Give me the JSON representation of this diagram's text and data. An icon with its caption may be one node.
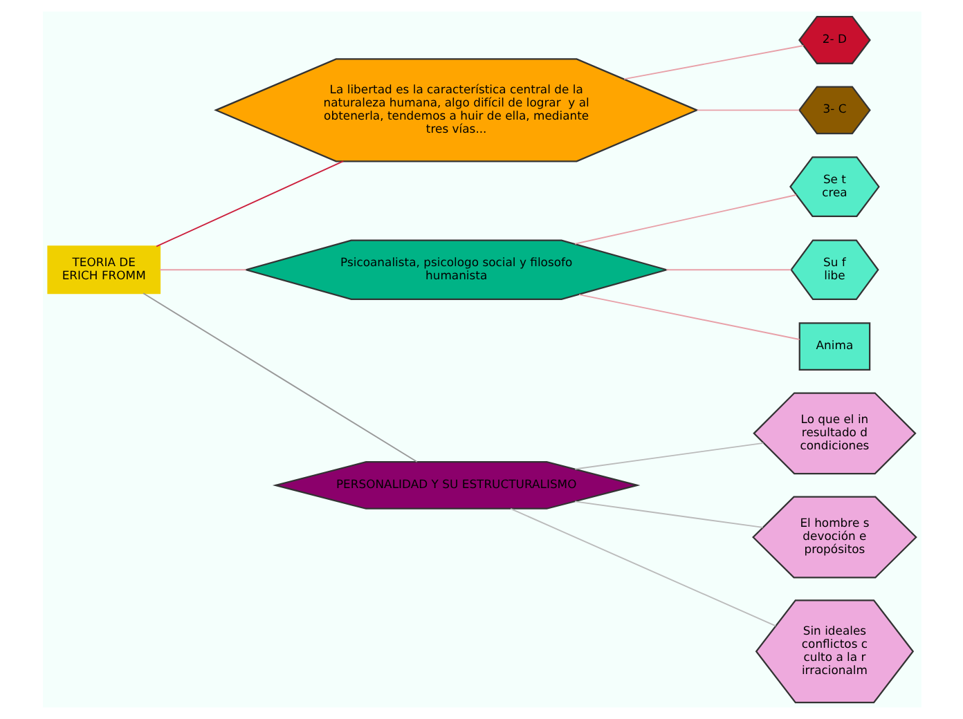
{
  "diagram": {
    "nodes": [
      {
        "text": [
          "TEORIA DE ERICH FROMM"
        ]
      },
      {
        "text": [
          "La libertad es la característica central de la naturaleza humana, algo difícil de lograr  y al obtenerla, tendemos a huir de ella, mediante tres vías..."
        ]
      },
      {
        "text": [
          "2- D"
        ]
      },
      {
        "text": [
          "3- C"
        ]
      },
      {
        "text": [
          "Psicoanalista, psicologo social y filosofo humanista"
        ]
      },
      {
        "text": [
          "Se t crea"
        ]
      },
      {
        "text": [
          "Su f libe"
        ]
      },
      {
        "text": [
          "Anima"
        ]
      },
      {
        "text": [
          "PERSONALIDAD Y SU ESTRUCTURALISMO"
        ]
      },
      {
        "text": [
          "Lo que el in resultado d condiciones"
        ]
      },
      {
        "text": [
          "El hombre s devoción e propósitos"
        ]
      },
      {
        "text": [
          "Sin ideales conflictos c culto a la r irracionalm"
        ]
      }
    ],
    "edges": [
      {
        "from": 0,
        "to": 1,
        "arrow": "none",
        "color": "#cc1f3c"
      },
      {
        "from": 1,
        "to": 2,
        "arrow": "none"
      },
      {
        "from": 1,
        "to": 3,
        "arrow": "none"
      },
      {
        "from": 0,
        "to": 4,
        "arrow": "none"
      },
      {
        "from": 4,
        "to": 5,
        "arrow": "none"
      },
      {
        "from": 4,
        "to": 6,
        "arrow": "none"
      },
      {
        "from": 4,
        "to": 7,
        "arrow": "none"
      },
      {
        "from": 0,
        "to": 8,
        "arrow": "none",
        "color": "#999999"
      },
      {
        "from": 8,
        "to": 9,
        "arrow": "none",
        "color": "#bbbbbb"
      },
      {
        "from": 8,
        "to": 10,
        "arrow": "none",
        "color": "#bbbbbb"
      },
      {
        "from": 8,
        "to": 11,
        "arrow": "none",
        "color": "#bbbbbb"
      }
    ]
  }
}
